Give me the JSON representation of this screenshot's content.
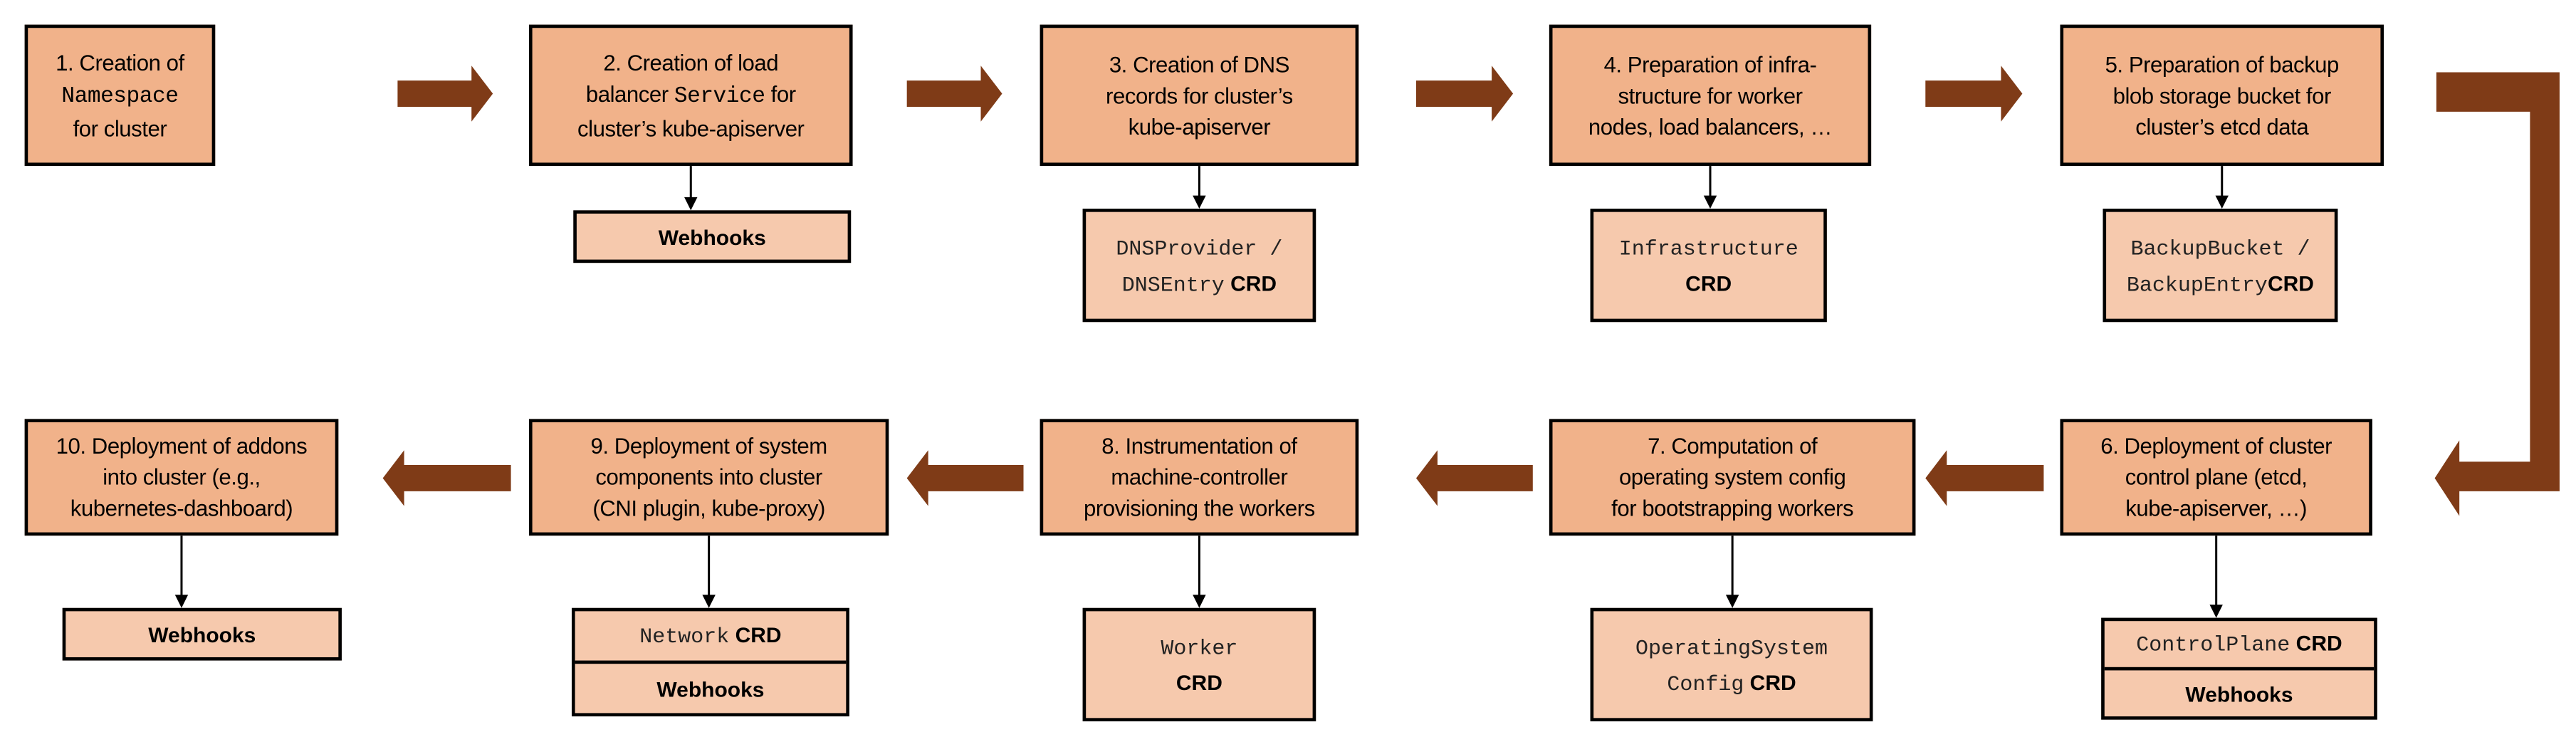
{
  "colors": {
    "step_fill": "#f1b28a",
    "resource_fill": "#f6c9ad",
    "flow_arrow": "#7f3b17",
    "border": "#000000"
  },
  "steps": [
    {
      "lines": [
        [
          {
            "text": "1. Creation of"
          }
        ],
        [
          {
            "text": "Namespace",
            "code": true
          }
        ],
        [
          {
            "text": "for cluster"
          }
        ]
      ],
      "resources": []
    },
    {
      "lines": [
        [
          {
            "text": "2. Creation of load"
          }
        ],
        [
          {
            "text": "balancer "
          },
          {
            "text": "Service",
            "code": true
          },
          {
            "text": " for"
          }
        ],
        [
          {
            "text": "cluster’s kube-apiserver"
          }
        ]
      ],
      "resources": [
        [
          [
            {
              "text": "Webhooks"
            }
          ]
        ]
      ]
    },
    {
      "lines": [
        [
          {
            "text": "3. Creation of DNS"
          }
        ],
        [
          {
            "text": "records for cluster’s"
          }
        ],
        [
          {
            "text": "kube-apiserver"
          }
        ]
      ],
      "resources": [
        [
          [
            {
              "text": "DNSProvider /",
              "code": true
            }
          ],
          [
            {
              "text": "DNSEntry",
              "code": true
            },
            {
              "text": " CRD"
            }
          ]
        ]
      ]
    },
    {
      "lines": [
        [
          {
            "text": "4. Preparation of infra-"
          }
        ],
        [
          {
            "text": "structure for worker"
          }
        ],
        [
          {
            "text": "nodes, load balancers, …"
          }
        ]
      ],
      "resources": [
        [
          [
            {
              "text": "Infrastructure",
              "code": true
            }
          ],
          [
            {
              "text": "CRD"
            }
          ]
        ]
      ]
    },
    {
      "lines": [
        [
          {
            "text": "5. Preparation of backup"
          }
        ],
        [
          {
            "text": "blob storage bucket for"
          }
        ],
        [
          {
            "text": "cluster’s etcd data"
          }
        ]
      ],
      "resources": [
        [
          [
            {
              "text": "BackupBucket /",
              "code": true
            }
          ],
          [
            {
              "text": "BackupEntry",
              "code": true
            },
            {
              "text": "CRD"
            }
          ]
        ]
      ]
    },
    {
      "lines": [
        [
          {
            "text": "6. Deployment of cluster"
          }
        ],
        [
          {
            "text": "control plane (etcd,"
          }
        ],
        [
          {
            "text": "kube-apiserver, …)"
          }
        ]
      ],
      "resources": [
        [
          [
            {
              "text": "ControlPlane",
              "code": true
            },
            {
              "text": " CRD"
            }
          ]
        ],
        [
          [
            {
              "text": "Webhooks"
            }
          ]
        ]
      ]
    },
    {
      "lines": [
        [
          {
            "text": "7. Computation of"
          }
        ],
        [
          {
            "text": "operating system config"
          }
        ],
        [
          {
            "text": "for bootstrapping workers"
          }
        ]
      ],
      "resources": [
        [
          [
            {
              "text": "OperatingSystem",
              "code": true
            }
          ],
          [
            {
              "text": "Config",
              "code": true
            },
            {
              "text": " CRD"
            }
          ]
        ]
      ]
    },
    {
      "lines": [
        [
          {
            "text": "8. Instrumentation of"
          }
        ],
        [
          {
            "text": "machine-controller"
          }
        ],
        [
          {
            "text": "provisioning the workers"
          }
        ]
      ],
      "resources": [
        [
          [
            {
              "text": "Worker",
              "code": true
            }
          ],
          [
            {
              "text": "CRD"
            }
          ]
        ]
      ]
    },
    {
      "lines": [
        [
          {
            "text": "9. Deployment of system"
          }
        ],
        [
          {
            "text": "components into cluster"
          }
        ],
        [
          {
            "text": "(CNI plugin, kube-proxy)"
          }
        ]
      ],
      "resources": [
        [
          [
            {
              "text": "Network",
              "code": true
            },
            {
              "text": " CRD"
            }
          ]
        ],
        [
          [
            {
              "text": "Webhooks"
            }
          ]
        ]
      ]
    },
    {
      "lines": [
        [
          {
            "text": "10. Deployment of addons"
          }
        ],
        [
          {
            "text": "into cluster (e.g.,"
          }
        ],
        [
          {
            "text": "kubernetes-dashboard)"
          }
        ]
      ],
      "resources": [
        [
          [
            {
              "text": "Webhooks"
            }
          ]
        ]
      ]
    }
  ]
}
